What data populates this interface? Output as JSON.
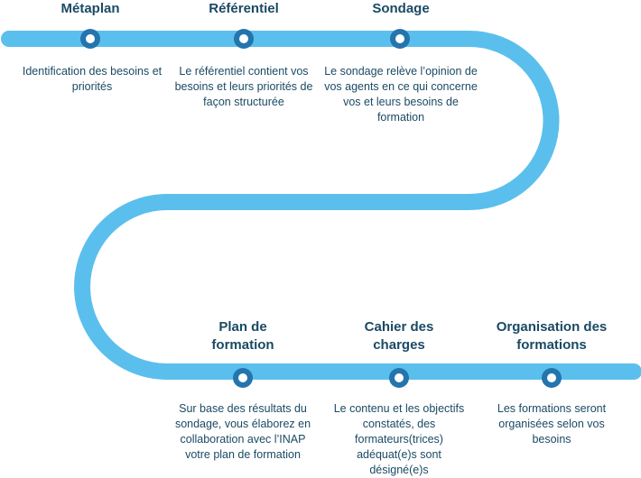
{
  "colors": {
    "track": "#5bbfed",
    "dot_ring": "#2474ad",
    "dot_center": "#ffffff",
    "text": "#1a4a64"
  },
  "steps": [
    {
      "title": "Métaplan",
      "description": "Identification des besoins et priorités"
    },
    {
      "title": "Référentiel",
      "description": "Le référentiel contient vos besoins et leurs priorités de façon structurée"
    },
    {
      "title": "Sondage",
      "description": "Le sondage relève l’opinion de vos agents en ce qui concerne vos et leurs besoins de formation"
    },
    {
      "title": "Plan de formation",
      "description": "Sur base des résultats du sondage, vous élaborez en collaboration avec l’INAP votre plan de formation"
    },
    {
      "title": "Cahier des charges",
      "description": "Le contenu et les objectifs constatés, des formateurs(trices) adéquat(e)s sont désigné(e)s"
    },
    {
      "title": "Organisation des formations",
      "description": "Les formations seront organisées selon vos besoins"
    }
  ]
}
